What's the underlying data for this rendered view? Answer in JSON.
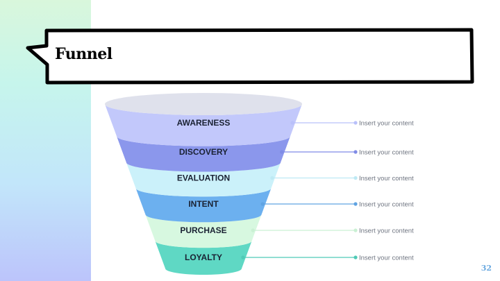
{
  "title": "Funnel",
  "page_number": "32",
  "stages": [
    {
      "label": "AWARENESS",
      "callout": "Insert your content",
      "color": "#c2c8fb",
      "line_color": "#b9c0fa"
    },
    {
      "label": "DISCOVERY",
      "callout": "Insert your content",
      "color": "#8b97ec",
      "line_color": "#7f8be6"
    },
    {
      "label": "EVALUATION",
      "callout": "Insert your content",
      "color": "#cbf1fa",
      "line_color": "#bde9f4"
    },
    {
      "label": "INTENT",
      "callout": "Insert your content",
      "color": "#6cb0ef",
      "line_color": "#5fa3e2"
    },
    {
      "label": "PURCHASE",
      "callout": "Insert your content",
      "color": "#d7f8e0",
      "line_color": "#c9f0d3"
    },
    {
      "label": "LOYALTY",
      "callout": "Insert your content",
      "color": "#5fd8c4",
      "line_color": "#4fcab6"
    }
  ],
  "colors": {
    "funnel_top": "#dfe1ec",
    "title_border": "#000000",
    "accent": "#6aa9e0"
  }
}
